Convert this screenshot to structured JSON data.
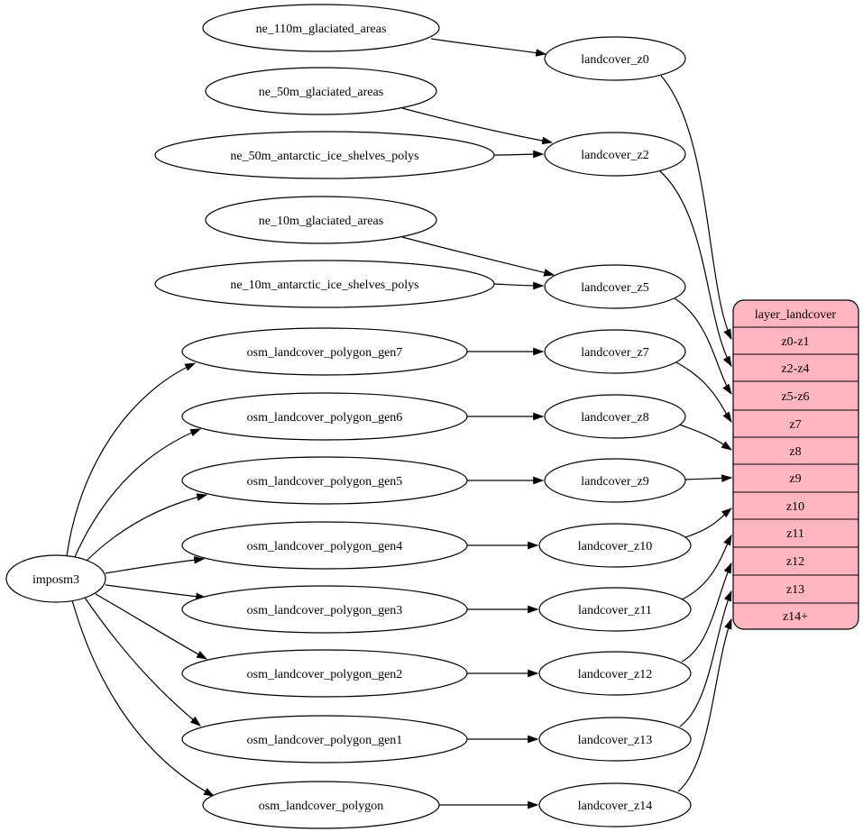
{
  "diagram_type": "etl-dependency-graph",
  "colors": {
    "background": "#ffffff",
    "node_fill": "#ffffff",
    "stroke": "#000000",
    "table_fill": "#ffb6c1"
  },
  "importer": {
    "label": "imposm3"
  },
  "sources": [
    "ne_110m_glaciated_areas",
    "ne_50m_glaciated_areas",
    "ne_50m_antarctic_ice_shelves_polys",
    "ne_10m_glaciated_areas",
    "ne_10m_antarctic_ice_shelves_polys",
    "osm_landcover_polygon_gen7",
    "osm_landcover_polygon_gen6",
    "osm_landcover_polygon_gen5",
    "osm_landcover_polygon_gen4",
    "osm_landcover_polygon_gen3",
    "osm_landcover_polygon_gen2",
    "osm_landcover_polygon_gen1",
    "osm_landcover_polygon"
  ],
  "intermediates": [
    "landcover_z0",
    "landcover_z2",
    "landcover_z5",
    "landcover_z7",
    "landcover_z8",
    "landcover_z9",
    "landcover_z10",
    "landcover_z11",
    "landcover_z12",
    "landcover_z13",
    "landcover_z14"
  ],
  "table": {
    "title": "layer_landcover",
    "rows": [
      "z0-z1",
      "z2-z4",
      "z5-z6",
      "z7",
      "z8",
      "z9",
      "z10",
      "z11",
      "z12",
      "z13",
      "z14+"
    ]
  },
  "edges": [
    {
      "from": "imposm3",
      "to": "osm_landcover_polygon_gen7"
    },
    {
      "from": "imposm3",
      "to": "osm_landcover_polygon_gen6"
    },
    {
      "from": "imposm3",
      "to": "osm_landcover_polygon_gen5"
    },
    {
      "from": "imposm3",
      "to": "osm_landcover_polygon_gen4"
    },
    {
      "from": "imposm3",
      "to": "osm_landcover_polygon_gen3"
    },
    {
      "from": "imposm3",
      "to": "osm_landcover_polygon_gen2"
    },
    {
      "from": "imposm3",
      "to": "osm_landcover_polygon_gen1"
    },
    {
      "from": "imposm3",
      "to": "osm_landcover_polygon"
    },
    {
      "from": "ne_110m_glaciated_areas",
      "to": "landcover_z0"
    },
    {
      "from": "ne_50m_glaciated_areas",
      "to": "landcover_z2"
    },
    {
      "from": "ne_50m_antarctic_ice_shelves_polys",
      "to": "landcover_z2"
    },
    {
      "from": "ne_10m_glaciated_areas",
      "to": "landcover_z5"
    },
    {
      "from": "ne_10m_antarctic_ice_shelves_polys",
      "to": "landcover_z5"
    },
    {
      "from": "osm_landcover_polygon_gen7",
      "to": "landcover_z7"
    },
    {
      "from": "osm_landcover_polygon_gen6",
      "to": "landcover_z8"
    },
    {
      "from": "osm_landcover_polygon_gen5",
      "to": "landcover_z9"
    },
    {
      "from": "osm_landcover_polygon_gen4",
      "to": "landcover_z10"
    },
    {
      "from": "osm_landcover_polygon_gen3",
      "to": "landcover_z11"
    },
    {
      "from": "osm_landcover_polygon_gen2",
      "to": "landcover_z12"
    },
    {
      "from": "osm_landcover_polygon_gen1",
      "to": "landcover_z13"
    },
    {
      "from": "osm_landcover_polygon",
      "to": "landcover_z14"
    },
    {
      "from": "landcover_z0",
      "to": "layer_landcover.z0-z1"
    },
    {
      "from": "landcover_z2",
      "to": "layer_landcover.z2-z4"
    },
    {
      "from": "landcover_z5",
      "to": "layer_landcover.z5-z6"
    },
    {
      "from": "landcover_z7",
      "to": "layer_landcover.z7"
    },
    {
      "from": "landcover_z8",
      "to": "layer_landcover.z8"
    },
    {
      "from": "landcover_z9",
      "to": "layer_landcover.z9"
    },
    {
      "from": "landcover_z10",
      "to": "layer_landcover.z10"
    },
    {
      "from": "landcover_z11",
      "to": "layer_landcover.z11"
    },
    {
      "from": "landcover_z12",
      "to": "layer_landcover.z12"
    },
    {
      "from": "landcover_z13",
      "to": "layer_landcover.z13"
    },
    {
      "from": "landcover_z14",
      "to": "layer_landcover.z14+"
    }
  ]
}
